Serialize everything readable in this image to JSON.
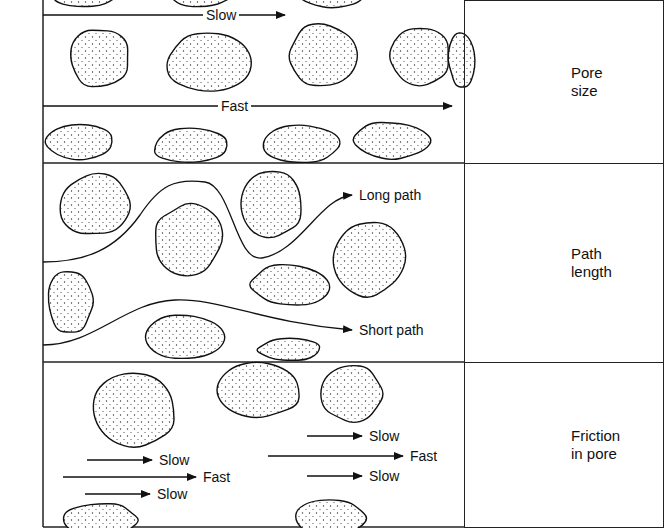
{
  "diagram": {
    "nodes": [
      {
        "text": [
          "Pore size"
        ]
      },
      {
        "text": [
          "Path length"
        ]
      },
      {
        "text": [
          "Friction in pore"
        ]
      }
    ],
    "labels": [
      "Slow",
      "Fast",
      "Long path",
      "Short path",
      "Slow",
      "Fast",
      "Slow",
      "Slow",
      "Fast",
      "Slow"
    ]
  }
}
